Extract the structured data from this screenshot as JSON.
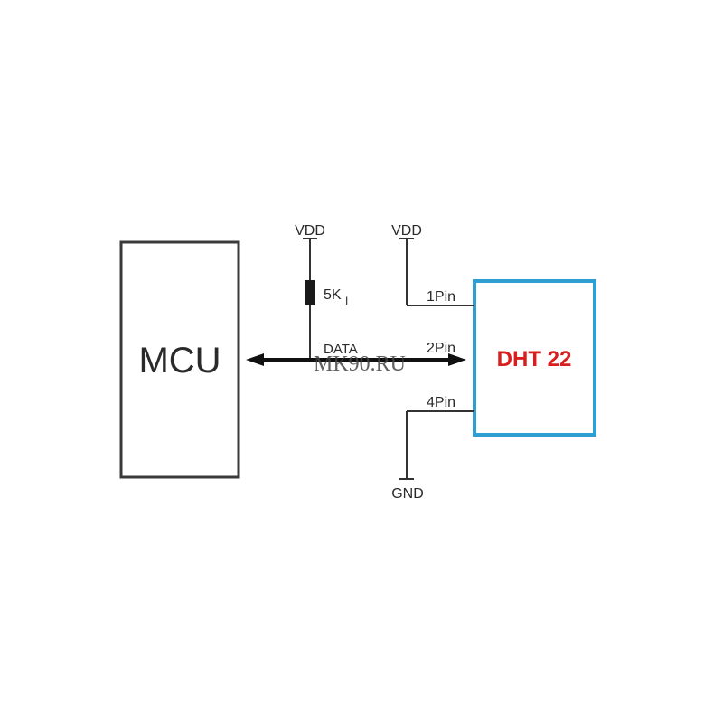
{
  "diagram": {
    "mcu_label": "MCU",
    "sensor_label": "DHT 22",
    "vdd_left": "VDD",
    "vdd_right": "VDD",
    "resistor_label": "5K",
    "data_label": "DATA",
    "pin1_label": "1Pin",
    "pin2_label": "2Pin",
    "pin4_label": "4Pin",
    "gnd_label": "GND",
    "watermark": "MK90.RU"
  },
  "colors": {
    "sensor_border": "#2e9fd0",
    "sensor_text": "#d81e1e",
    "mcu_border": "#3a3a3a",
    "wire": "#333333"
  }
}
